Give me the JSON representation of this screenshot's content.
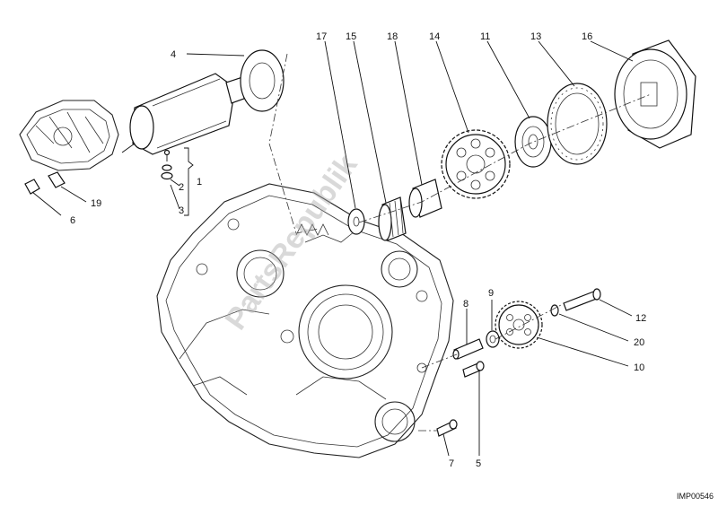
{
  "figure": {
    "code": "IMP00546",
    "watermark": "PartsRepublik"
  },
  "callouts": [
    {
      "id": "4",
      "label": "4"
    },
    {
      "id": "17",
      "label": "17"
    },
    {
      "id": "15",
      "label": "15"
    },
    {
      "id": "18",
      "label": "18"
    },
    {
      "id": "14",
      "label": "14"
    },
    {
      "id": "11",
      "label": "11"
    },
    {
      "id": "13",
      "label": "13"
    },
    {
      "id": "16",
      "label": "16"
    },
    {
      "id": "1",
      "label": "1"
    },
    {
      "id": "2",
      "label": "2"
    },
    {
      "id": "3",
      "label": "3"
    },
    {
      "id": "19",
      "label": "19"
    },
    {
      "id": "6",
      "label": "6"
    },
    {
      "id": "8",
      "label": "8"
    },
    {
      "id": "9",
      "label": "9"
    },
    {
      "id": "12",
      "label": "12"
    },
    {
      "id": "20",
      "label": "20"
    },
    {
      "id": "10",
      "label": "10"
    },
    {
      "id": "5",
      "label": "5"
    },
    {
      "id": "7",
      "label": "7"
    }
  ]
}
